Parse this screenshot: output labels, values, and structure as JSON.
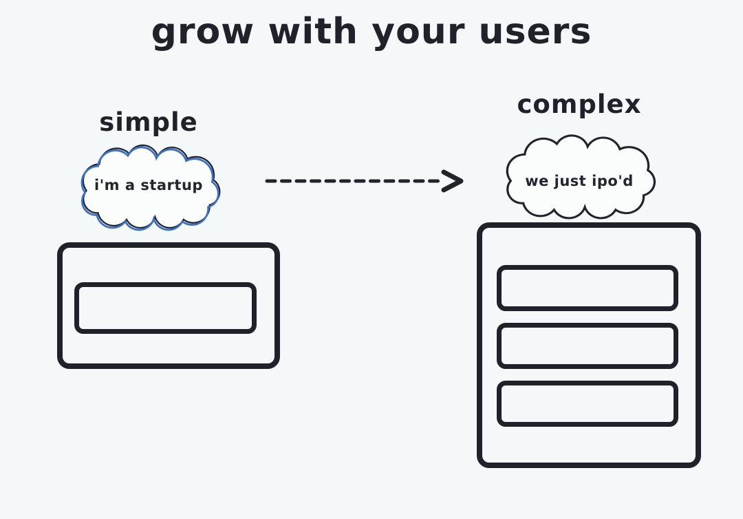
{
  "title": "grow with your users",
  "stages": {
    "left": {
      "label": "simple",
      "thought": "i'm a startup",
      "slots": 1
    },
    "right": {
      "label": "complex",
      "thought": "we just ipo'd",
      "slots": 3
    }
  },
  "arrow": {
    "style": "dashed",
    "direction": "left-to-right"
  },
  "colors": {
    "background": "#f5f8f9",
    "ink": "#20222a",
    "cloud_accent_blue": "#3b70c5",
    "cloud_fill": "#fbfdfd"
  }
}
